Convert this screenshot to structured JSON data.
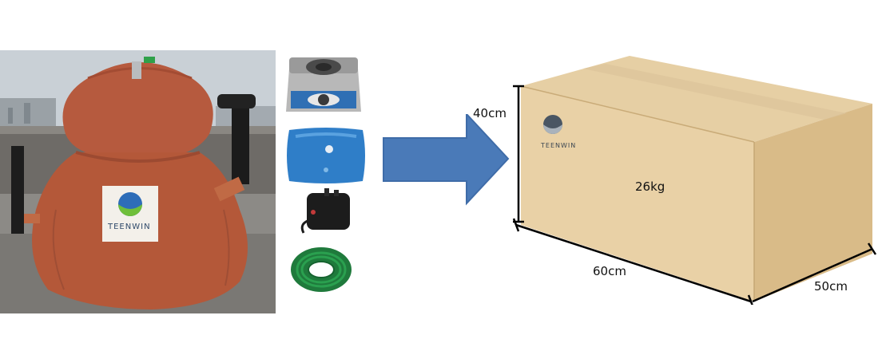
{
  "photo": {
    "brand": "TEENWIN",
    "accessories": [
      "gas-stove",
      "pressure-bag",
      "pump",
      "gas-hose"
    ]
  },
  "box": {
    "brand": "TEENWIN",
    "weight": "26kg",
    "height": "40cm",
    "length": "60cm",
    "width": "50cm"
  },
  "colors": {
    "digester": "#b65a3e",
    "arrow": "#4a7ab8",
    "cardboard": "#e8cfa2",
    "bag": "#2f7ec8",
    "hose": "#1f7a3c"
  }
}
